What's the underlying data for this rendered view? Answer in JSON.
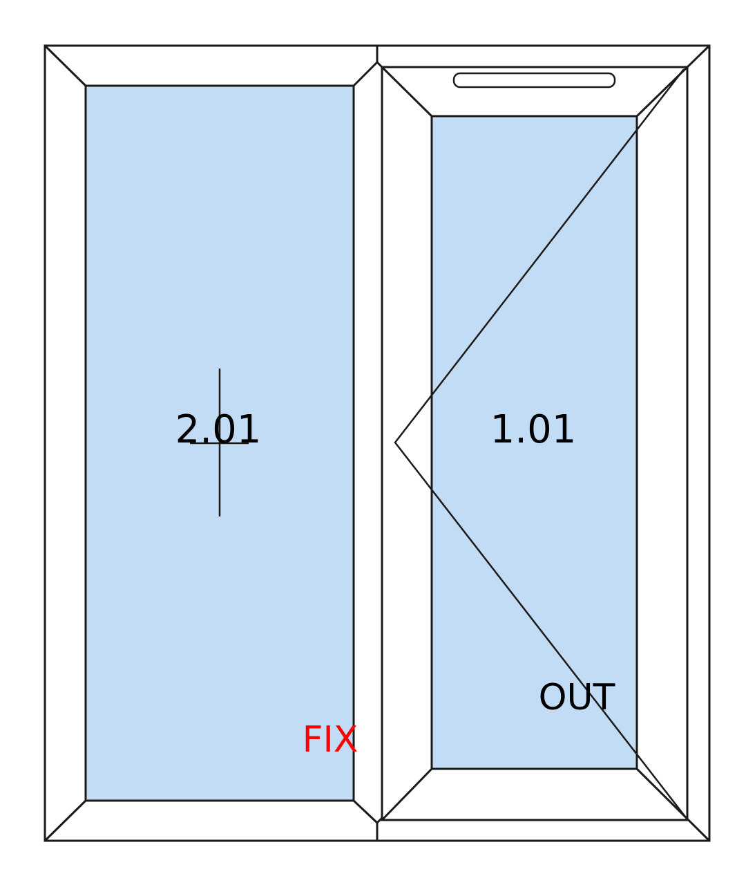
{
  "panes": [
    {
      "id": "2.01",
      "type_label": "FIX",
      "type_color": "#ff0000"
    },
    {
      "id": "1.01",
      "type_label": "OUT",
      "type_color": "#000000"
    }
  ],
  "colors": {
    "glass": "#c3dcf5",
    "frame": "#ffffff",
    "line": "#1a1a1a"
  }
}
